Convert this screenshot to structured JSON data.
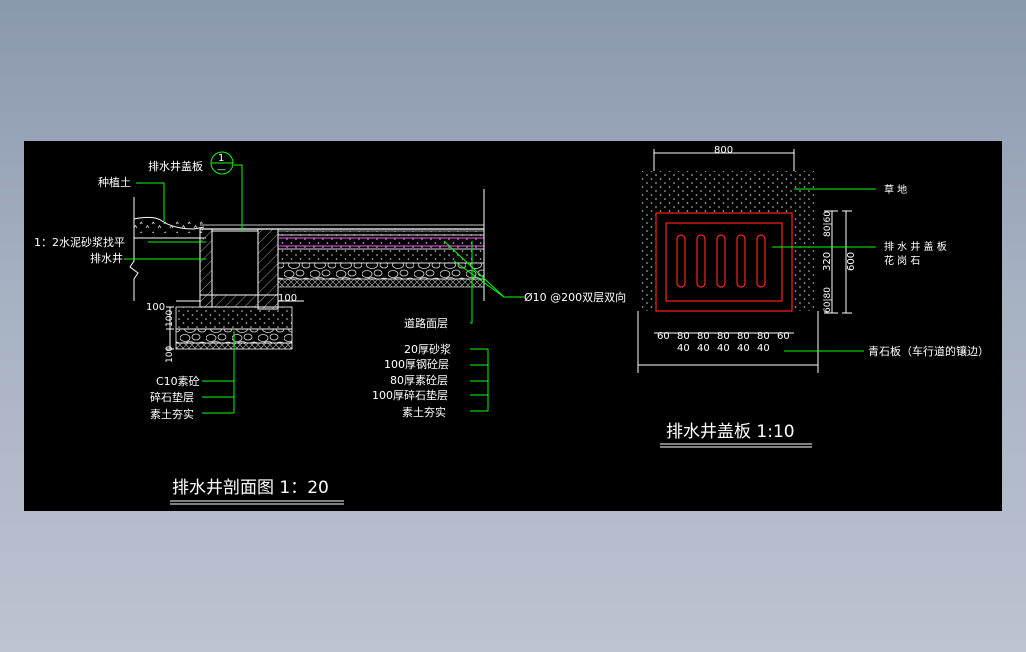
{
  "section": {
    "title": "排水井剖面图 1：20",
    "labels": {
      "cover": "排水井盖板",
      "marker_number": "1",
      "marker_sheet": "—",
      "soil": "种植土",
      "cement_mortar": "1：2水泥砂浆找平",
      "well": "排水井",
      "rebar": "Ø10  @200双层双向",
      "road_surface": "道路面层",
      "mortar20": "20厚砂浆",
      "concrete100": "100厚钢砼层",
      "plain80": "80厚素砼层",
      "gravel100": "100厚碎石垫层",
      "soil_compact_right": "素土夯实",
      "c10": "C10素砼",
      "gravel_left": "碎石垫层",
      "soil_compact_left": "素土夯实"
    },
    "dims": {
      "d100_left": "100",
      "d100_right": "100",
      "d100_vert_a": "100",
      "d100_vert_b": "100"
    }
  },
  "cover": {
    "title": "排水井盖板 1:10",
    "labels": {
      "grass": "草 地",
      "cover_plate": "排 水 井 盖 板",
      "granite": "花 岗 石",
      "bluestone": "青石板（车行道的镶边）"
    },
    "dims": {
      "width": "800",
      "height": "600",
      "inner": "320",
      "right_top": "80|60",
      "right_bottom": "60|80",
      "bottom_row1": [
        "60",
        "80",
        "80",
        "80",
        "80",
        "80",
        "60"
      ],
      "bottom_row2": [
        "40",
        "40",
        "40",
        "40",
        "40"
      ]
    }
  },
  "colors": {
    "background": "#000000",
    "line": "#ffffff",
    "leader": "#00ff00",
    "cover": "#ff2020",
    "rebar": "#d040d0",
    "hatch": "#b0b0b0"
  }
}
